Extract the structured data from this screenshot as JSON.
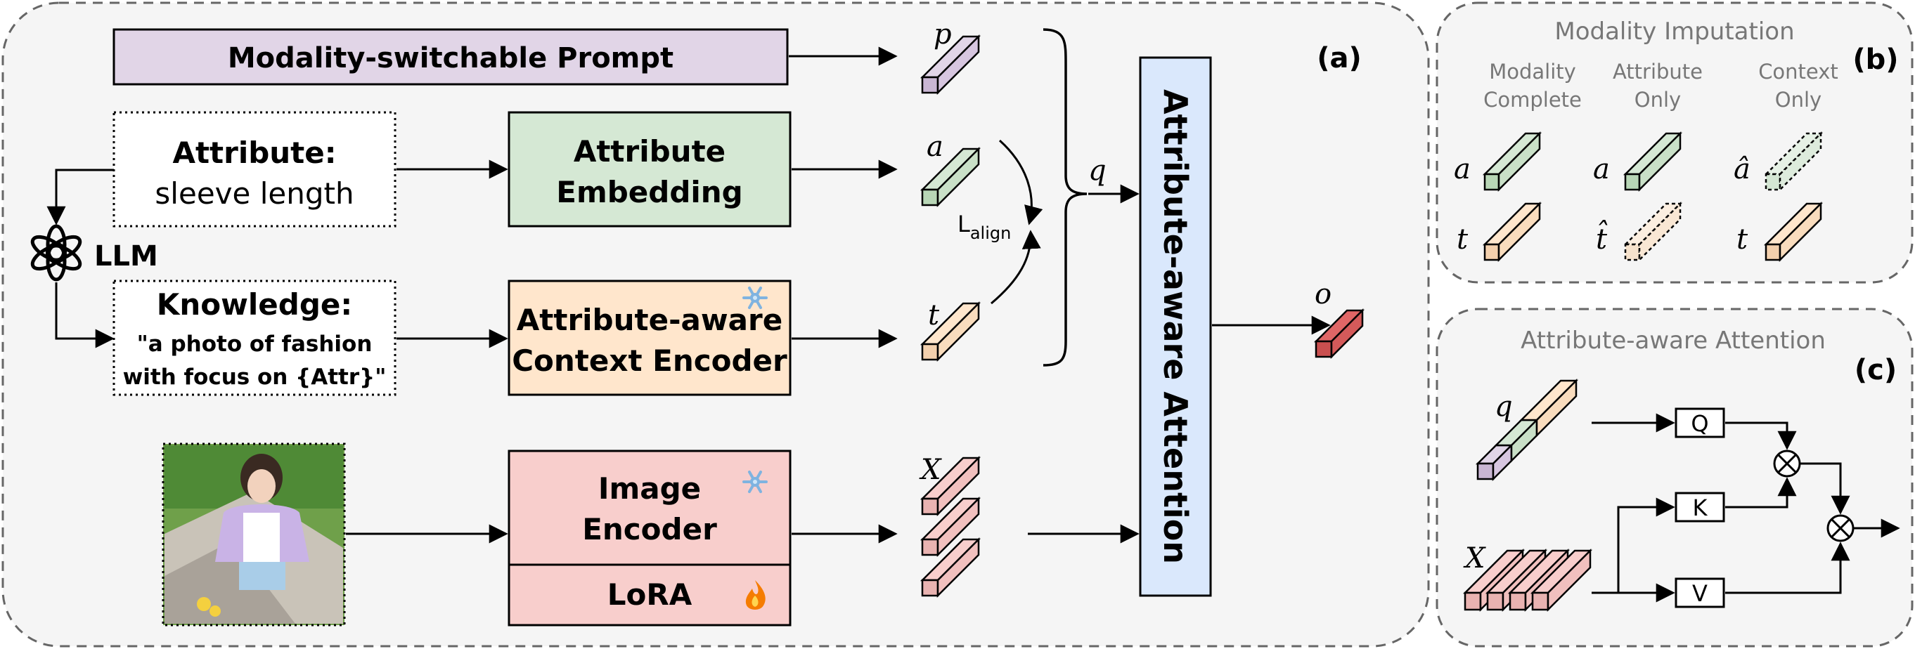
{
  "panel_a": {
    "tag": "(a)",
    "prompt_box": "Modality-switchable Prompt",
    "attribute_box": {
      "title": "Attribute:",
      "value": "sleeve length"
    },
    "llm_label": "LLM",
    "knowledge_box": {
      "title": "Knowledge:",
      "line1": "\"a photo of fashion",
      "line2": "with focus on {Attr}\""
    },
    "attr_embedding": {
      "line1": "Attribute",
      "line2": "Embedding"
    },
    "context_encoder": {
      "line1": "Attribute-aware",
      "line2": "Context Encoder"
    },
    "image_encoder": {
      "line1": "Image",
      "line2": "Encoder"
    },
    "lora": "LoRA",
    "attention_box": "Attribute-aware Attention",
    "symbols": {
      "p": "p",
      "a": "a",
      "t": "t",
      "X": "X",
      "q": "q",
      "o": "o"
    },
    "loss": {
      "base": "L",
      "sub": "align"
    },
    "icons": [
      "openai-logo-icon",
      "snowflake-icon",
      "fire-icon"
    ]
  },
  "panel_b": {
    "tag": "(b)",
    "title": "Modality Imputation",
    "columns": [
      {
        "line1": "Modality",
        "line2": "Complete",
        "a": "a",
        "t": "t"
      },
      {
        "line1": "Attribute",
        "line2": "Only",
        "a": "a",
        "t": "t̂"
      },
      {
        "line1": "Context",
        "line2": "Only",
        "a": "â",
        "t": "t"
      }
    ]
  },
  "panel_c": {
    "tag": "(c)",
    "title": "Attribute-aware Attention",
    "q": "q",
    "x": "X",
    "Q": "Q",
    "K": "K",
    "V": "V",
    "otimes": "⊗"
  },
  "colors": {
    "prompt": "#e1d5e7",
    "attribute": "#d5e8d4",
    "context": "#ffe6cc",
    "image": "#f8cecc",
    "attention": "#dae8fc",
    "output": "#e06666",
    "panel_bg": "#f5f5f5",
    "dash": "#666666"
  }
}
